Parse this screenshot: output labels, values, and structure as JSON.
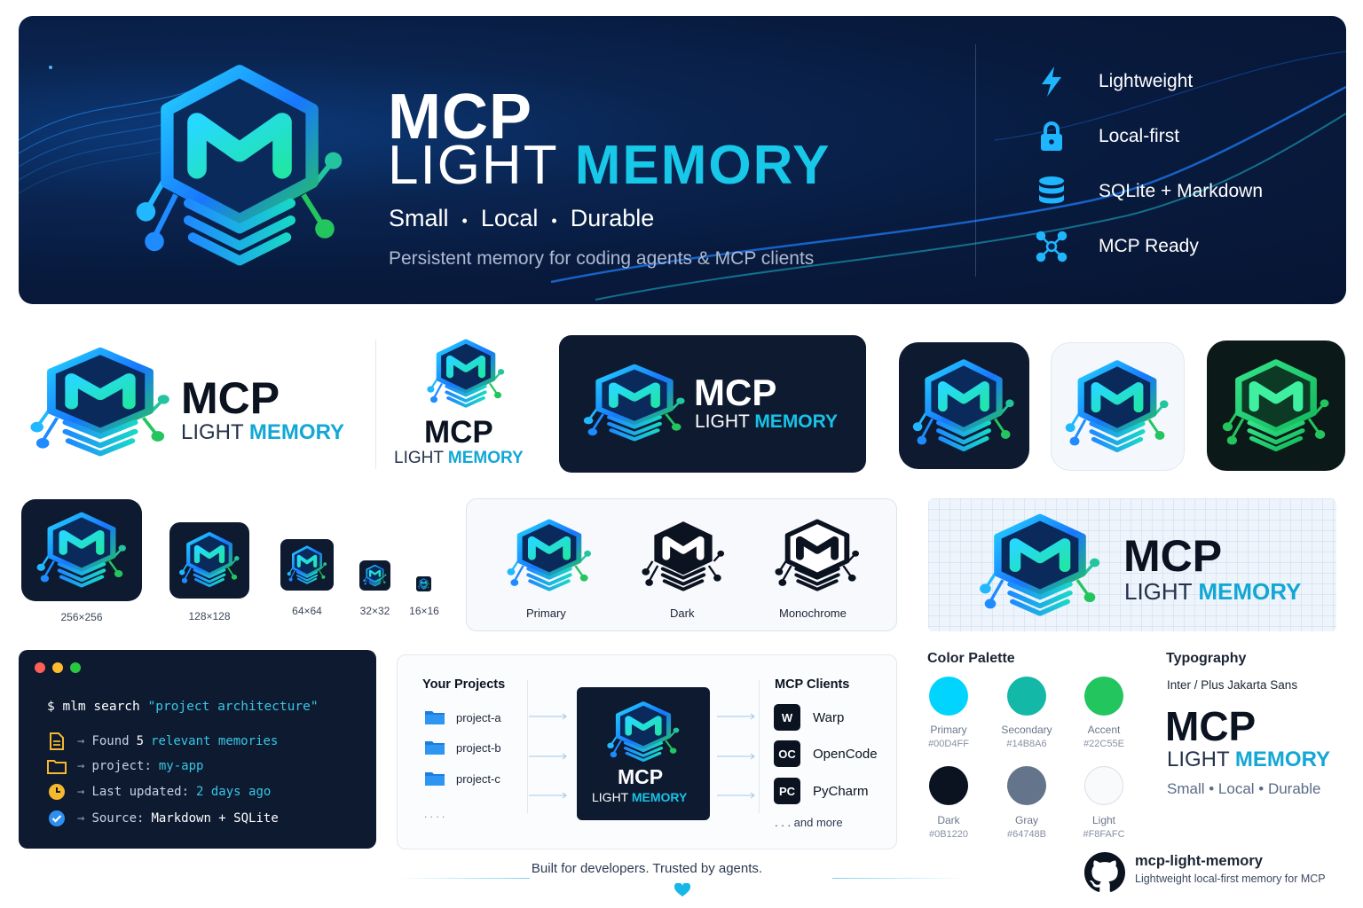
{
  "hero": {
    "title_mcp": "MCP",
    "title_light": "LIGHT",
    "title_memory": "MEMORY",
    "tag_1": "Small",
    "tag_2": "Local",
    "tag_3": "Durable",
    "separator": "•",
    "subtitle": "Persistent memory for coding agents & MCP clients",
    "features": [
      {
        "icon": "lightning-icon",
        "label": "Lightweight"
      },
      {
        "icon": "lock-icon",
        "label": "Local-first"
      },
      {
        "icon": "database-icon",
        "label": "SQLite + Markdown"
      },
      {
        "icon": "network-icon",
        "label": "MCP Ready"
      }
    ]
  },
  "brand": {
    "mcp": "MCP",
    "light": "LIGHT",
    "memory": "MEMORY"
  },
  "icon_sizes": [
    "256×256",
    "128×128",
    "64×64",
    "32×32",
    "16×16"
  ],
  "variants": [
    "Primary",
    "Dark",
    "Monochrome"
  ],
  "terminal": {
    "prompt": "$ mlm search",
    "query": "\"project architecture\"",
    "arrow": "→",
    "lines": [
      {
        "icon": "document-icon",
        "prefix": "Found",
        "count": "5",
        "rest": "relevant memories"
      },
      {
        "icon": "folder-icon",
        "prefix": "project:",
        "value": "my-app"
      },
      {
        "icon": "clock-icon",
        "prefix": "Last updated:",
        "value": "2 days ago"
      },
      {
        "icon": "check-circle-icon",
        "prefix": "Source:",
        "value": "Markdown + SQLite"
      }
    ]
  },
  "flow": {
    "projects_heading": "Your Projects",
    "projects": [
      "project-a",
      "project-b",
      "project-c"
    ],
    "projects_more": ". . . .",
    "clients_heading": "MCP Clients",
    "clients": [
      {
        "badge": "W",
        "label": "Warp"
      },
      {
        "badge": "OC",
        "label": "OpenCode"
      },
      {
        "badge": "PC",
        "label": "PyCharm"
      }
    ],
    "clients_more": ". . . and more"
  },
  "tagline": "Built for developers. Trusted by agents.",
  "palette": {
    "heading": "Color Palette",
    "swatches": [
      {
        "name": "Primary",
        "hex": "#00D4FF"
      },
      {
        "name": "Secondary",
        "hex": "#14B8A6"
      },
      {
        "name": "Accent",
        "hex": "#22C55E"
      },
      {
        "name": "Dark",
        "hex": "#0B1220"
      },
      {
        "name": "Gray",
        "hex": "#64748B"
      },
      {
        "name": "Light",
        "hex": "#F8FAFC"
      }
    ]
  },
  "typography": {
    "heading": "Typography",
    "fonts": "Inter / Plus Jakarta Sans",
    "mcp": "MCP",
    "light": "LIGHT",
    "memory": "MEMORY",
    "tags": "Small • Local • Durable"
  },
  "github": {
    "icon": "github-icon",
    "name": "mcp-light-memory",
    "description": "Lightweight local-first memory for MCP"
  },
  "colors": {
    "cyan": "#17c8e8",
    "blue": "#1a6bff",
    "green": "#22C55E",
    "navy": "#0B1220"
  }
}
